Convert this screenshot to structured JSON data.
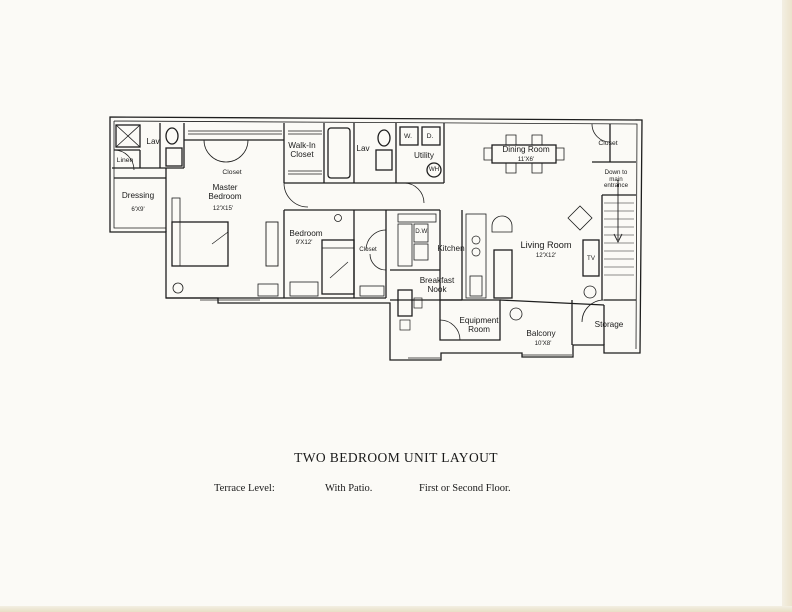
{
  "title": "TWO BEDROOM UNIT LAYOUT",
  "captions": [
    "Terrace Level:",
    "With Patio.",
    "First or Second Floor."
  ],
  "rooms": {
    "lav1": "Lav",
    "linen": "Linen",
    "dressing": "Dressing",
    "dressing_dim": "6'X9'",
    "master_closet": "Closet",
    "master_bedroom": "Master\nBedroom",
    "master_dim": "12'X15'",
    "walkin_closet": "Walk-In\nCloset",
    "lav2": "Lav",
    "utility": "Utility",
    "washer": "W.",
    "dryer": "D.",
    "water_heater": "WH",
    "dining_room": "Dining Room",
    "dining_dim": "11'X6'",
    "closet_ne": "Closet",
    "down_to_main": "Down to\nmain\nentrance",
    "bedroom": "Bedroom",
    "bedroom_dim": "9'X12'",
    "bedroom_closet": "Closet",
    "dw": "D.W.",
    "kitchen": "Kitchen",
    "living_room": "Living Room",
    "living_dim": "12'X12'",
    "tv": "TV",
    "breakfast_nook": "Breakfast\nNook",
    "equipment_room": "Equipment\nRoom",
    "balcony": "Balcony",
    "balcony_dim": "10'X8'",
    "storage": "Storage"
  }
}
